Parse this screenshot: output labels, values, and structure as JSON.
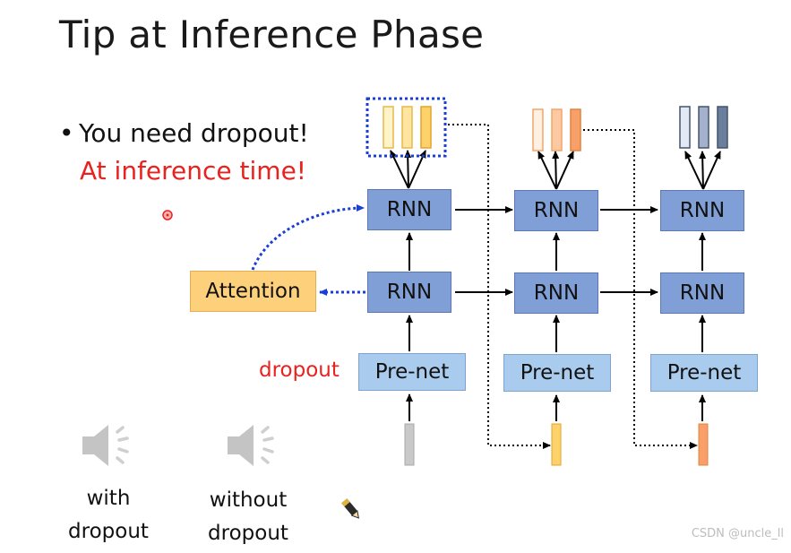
{
  "slide": {
    "title": "Tip at Inference Phase",
    "bullet": "You need dropout!",
    "bullet_emphasis": "At inference time!"
  },
  "diagram": {
    "rnn_label": "RNN",
    "prenet_label": "Pre-net",
    "attention_label": "Attention",
    "dropout_label": "dropout"
  },
  "audio": {
    "with_label_line1": "with",
    "with_label_line2": "dropout",
    "without_label_line1": "without",
    "without_label_line2": "dropout"
  },
  "watermark": "CSDN @uncle_ll",
  "colors": {
    "rnn": "#7f9fd6",
    "prenet": "#a9cbee",
    "attention": "#fdd07c",
    "emphasis_red": "#e8221f",
    "dotted_blue": "#1a3fd6"
  }
}
